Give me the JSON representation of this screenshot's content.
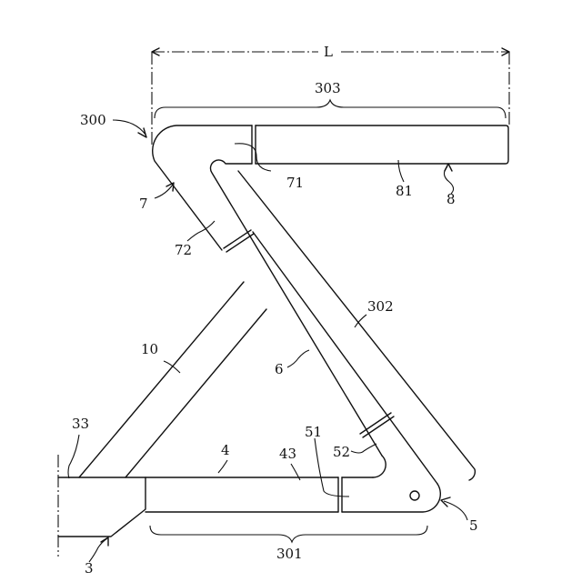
{
  "figure": {
    "labels": {
      "L": "L",
      "ref_303": "303",
      "ref_300": "300",
      "ref_71": "71",
      "ref_81": "81",
      "ref_8": "8",
      "ref_7": "7",
      "ref_72": "72",
      "ref_302": "302",
      "ref_10": "10",
      "ref_6": "6",
      "ref_33": "33",
      "ref_4": "4",
      "ref_51": "51",
      "ref_43": "43",
      "ref_52": "52",
      "ref_5": "5",
      "ref_3": "3",
      "ref_301": "301"
    }
  }
}
